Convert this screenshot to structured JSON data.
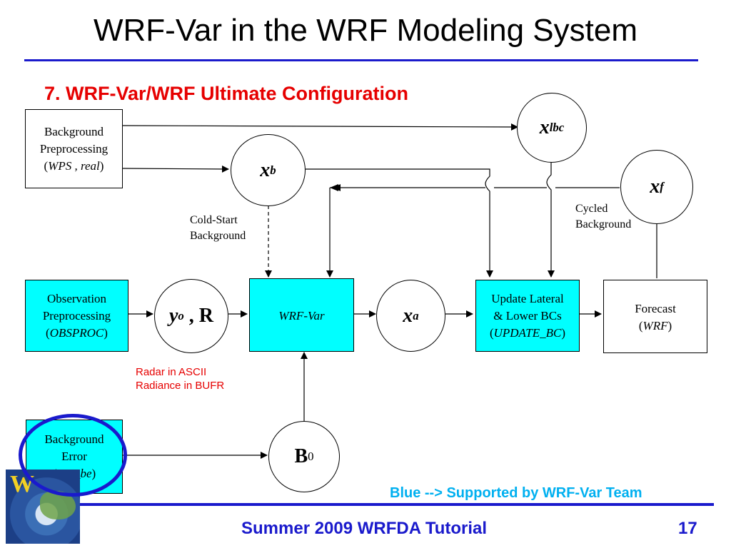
{
  "title": "WRF-Var in the WRF Modeling System",
  "subtitle": "7. WRF-Var/WRF Ultimate Configuration",
  "boxes": {
    "background_preprocessing": {
      "line1": "Background",
      "line2": "Preprocessing",
      "line3_prefix": "(",
      "line3_italic": "WPS , real",
      "line3_suffix": ")"
    },
    "observation_preprocessing": {
      "line1": "Observation",
      "line2": "Preprocessing",
      "line3_prefix": "(",
      "line3_italic": "OBSPROC",
      "line3_suffix": ")"
    },
    "wrf_var": {
      "label": "WRF-Var"
    },
    "update_lateral": {
      "line1": "Update Lateral",
      "line2": "& Lower BCs",
      "line3_prefix": "(",
      "line3_italic": "UPDATE_BC",
      "line3_suffix": ")"
    },
    "forecast": {
      "line1": "Forecast",
      "line2_prefix": "(",
      "line2_italic": "WRF",
      "line2_suffix": ")"
    },
    "background_error": {
      "line1": "Background",
      "line2": "Error",
      "line3_prefix": "(",
      "line3_italic": "gen_be",
      "line3_suffix": ")"
    }
  },
  "circles": {
    "x_lbc": {
      "base": "x",
      "sup": "lbc"
    },
    "x_b": {
      "base": "x",
      "sup": "b"
    },
    "x_f": {
      "base": "x",
      "sup": "f"
    },
    "y_o_r": {
      "base": "y",
      "sup": "o",
      "rest": " , R"
    },
    "x_a": {
      "base": "x",
      "sup": "a"
    },
    "b_0": {
      "base": "B",
      "sub": "0"
    }
  },
  "labels": {
    "cold_start_1": "Cold-Start",
    "cold_start_2": "Background",
    "cycled_1": "Cycled",
    "cycled_2": "Background",
    "radar": "Radar in ASCII",
    "radiance": "Radiance in BUFR"
  },
  "note": "Blue --> Supported by WRF-Var Team",
  "footer": {
    "left": "Summer 2009 WRFDA Tutorial",
    "page": "17"
  },
  "colors": {
    "title_rule": "#1a1acc",
    "subtitle": "#e60000",
    "cyan_box": "#00ffff",
    "note": "#00b0f0",
    "footer": "#1a1acc"
  }
}
